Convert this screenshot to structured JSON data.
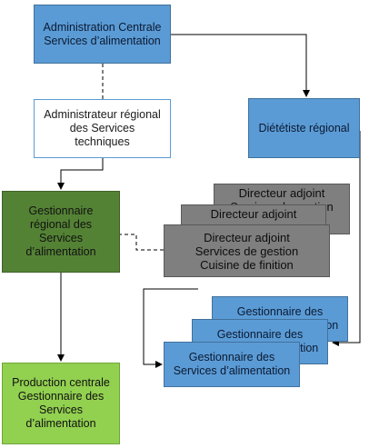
{
  "nodes": {
    "admin_centrale": "Administration Centrale\nServices d’alimentation",
    "admin_regional": "Administrateur régional\ndes Services\ntechniques",
    "dietetiste": "Diététiste régional",
    "gestionnaire_regional": "Gestionnaire\nrégional des\nServices\nd’alimentation",
    "directeur_back": "Directeur adjoint\nServices de gestion",
    "directeur_mid": "Directeur adjoint",
    "directeur_front": "Directeur adjoint\nServices de gestion\nCuisine de finition",
    "gestionnaire_back": "Gestionnaire des\nServices d’alimentation",
    "gestionnaire_mid": "Gestionnaire des\nServices d’alimentation",
    "gestionnaire_front": "Gestionnaire des\nServices d’alimentation",
    "production_centrale": "Production centrale\nGestionnaire des\nServices\nd’alimentation"
  },
  "colors": {
    "blue": "#5b9bd5",
    "dark_green": "#548235",
    "light_green": "#92d050",
    "gray": "#7f7f7f"
  }
}
